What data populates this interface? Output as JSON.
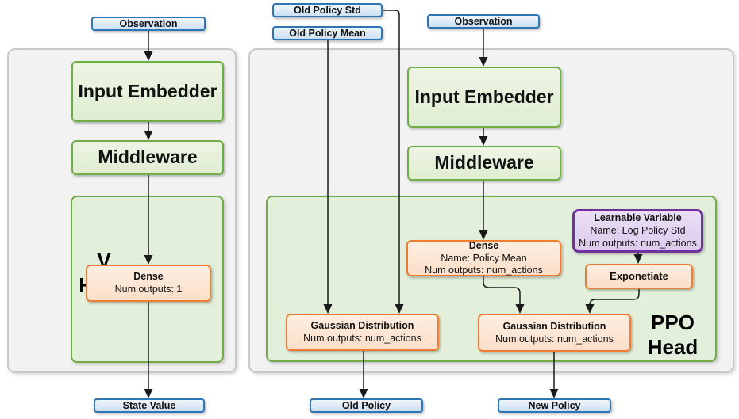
{
  "colors": {
    "blue_accent": "#2E75B6",
    "green_accent": "#70AD47",
    "orange_accent": "#ED7D31",
    "purple_accent": "#7030A0",
    "panel_gray": "#F2F2F2"
  },
  "v_head": {
    "title_line1": "V",
    "title_line2": "Head",
    "observation": "Observation",
    "input_embedder": "Input Embedder",
    "middleware": "Middleware",
    "dense": {
      "title": "Dense",
      "outputs": "Num outputs: 1"
    },
    "output": "State Value"
  },
  "ppo_head": {
    "title_line1": "PPO",
    "title_line2": "Head",
    "old_policy_std": "Old Policy Std",
    "old_policy_mean": "Old Policy Mean",
    "observation": "Observation",
    "input_embedder": "Input Embedder",
    "middleware": "Middleware",
    "dense": {
      "title": "Dense",
      "name": "Name: Policy Mean",
      "outputs": "Num outputs: num_actions"
    },
    "learnable_variable": {
      "title": "Learnable Variable",
      "name": "Name: Log Policy Std",
      "outputs": "Num outputs: num_actions"
    },
    "exponentiate": "Exponetiate",
    "gaussian_old": {
      "title": "Gaussian Distribution",
      "outputs": "Num outputs: num_actions"
    },
    "gaussian_new": {
      "title": "Gaussian Distribution",
      "outputs": "Num outputs: num_actions"
    },
    "old_policy_output": "Old Policy",
    "new_policy_output": "New Policy"
  }
}
